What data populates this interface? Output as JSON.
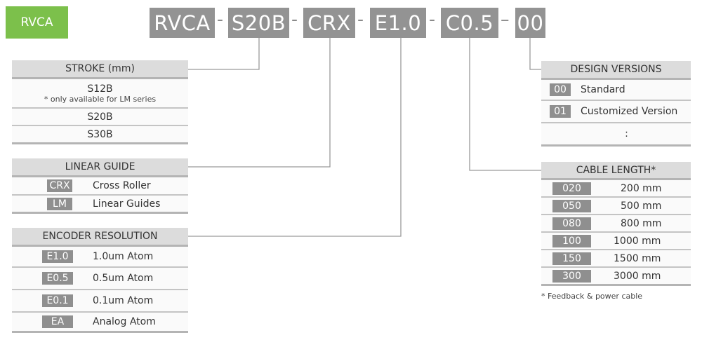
{
  "badge": "RVCA",
  "part_number": {
    "segments": [
      "RVCA",
      "S20B",
      "CRX",
      "E1.0",
      "C0.5",
      "00"
    ],
    "separator": "-",
    "separator_last": "–"
  },
  "stroke": {
    "title": "STROKE (mm)",
    "rows": [
      {
        "value": "S12B",
        "note": "* only available for LM series"
      },
      {
        "value": "S20B"
      },
      {
        "value": "S30B"
      }
    ]
  },
  "linear_guide": {
    "title": "LINEAR GUIDE",
    "rows": [
      {
        "code": "CRX",
        "label": "Cross Roller"
      },
      {
        "code": "LM",
        "label": "Linear Guides"
      }
    ]
  },
  "encoder": {
    "title": "ENCODER RESOLUTION",
    "rows": [
      {
        "code": "E1.0",
        "label": "1.0um Atom"
      },
      {
        "code": "E0.5",
        "label": "0.5um Atom"
      },
      {
        "code": "E0.1",
        "label": "0.1um Atom"
      },
      {
        "code": "EA",
        "label": "Analog Atom"
      }
    ]
  },
  "design": {
    "title": "DESIGN VERSIONS",
    "rows": [
      {
        "code": "00",
        "label": "Standard"
      },
      {
        "code": "01",
        "label": "Customized Version"
      },
      {
        "code": "",
        "label": ":"
      }
    ]
  },
  "cable": {
    "title": "CABLE LENGTH*",
    "rows": [
      {
        "code": "020",
        "label": "200 mm"
      },
      {
        "code": "050",
        "label": "500 mm"
      },
      {
        "code": "080",
        "label": "800 mm"
      },
      {
        "code": "100",
        "label": "1000 mm"
      },
      {
        "code": "150",
        "label": "1500 mm"
      },
      {
        "code": "300",
        "label": "3000 mm"
      }
    ],
    "footnote": "* Feedback & power cable"
  },
  "colors": {
    "badge_green": "#7cc04b",
    "segment_gray": "#939393",
    "header_gray": "#dcdcdc",
    "line_gray": "#9a9a9a"
  }
}
